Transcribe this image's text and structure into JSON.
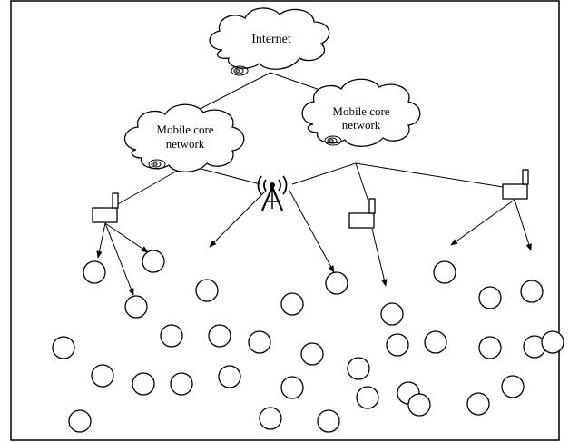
{
  "clouds": {
    "internet": {
      "label": "Internet"
    },
    "core_left": {
      "line1": "Mobile core",
      "line2": "network"
    },
    "core_right": {
      "line1": "Mobile core",
      "line2": "network"
    }
  },
  "icons": {
    "cloud": "cloud-icon",
    "tower": "antenna-tower-icon",
    "access_point": "access-point-icon",
    "device": "user-device-icon"
  },
  "colors": {
    "stroke": "#000000",
    "background": "#ffffff"
  }
}
